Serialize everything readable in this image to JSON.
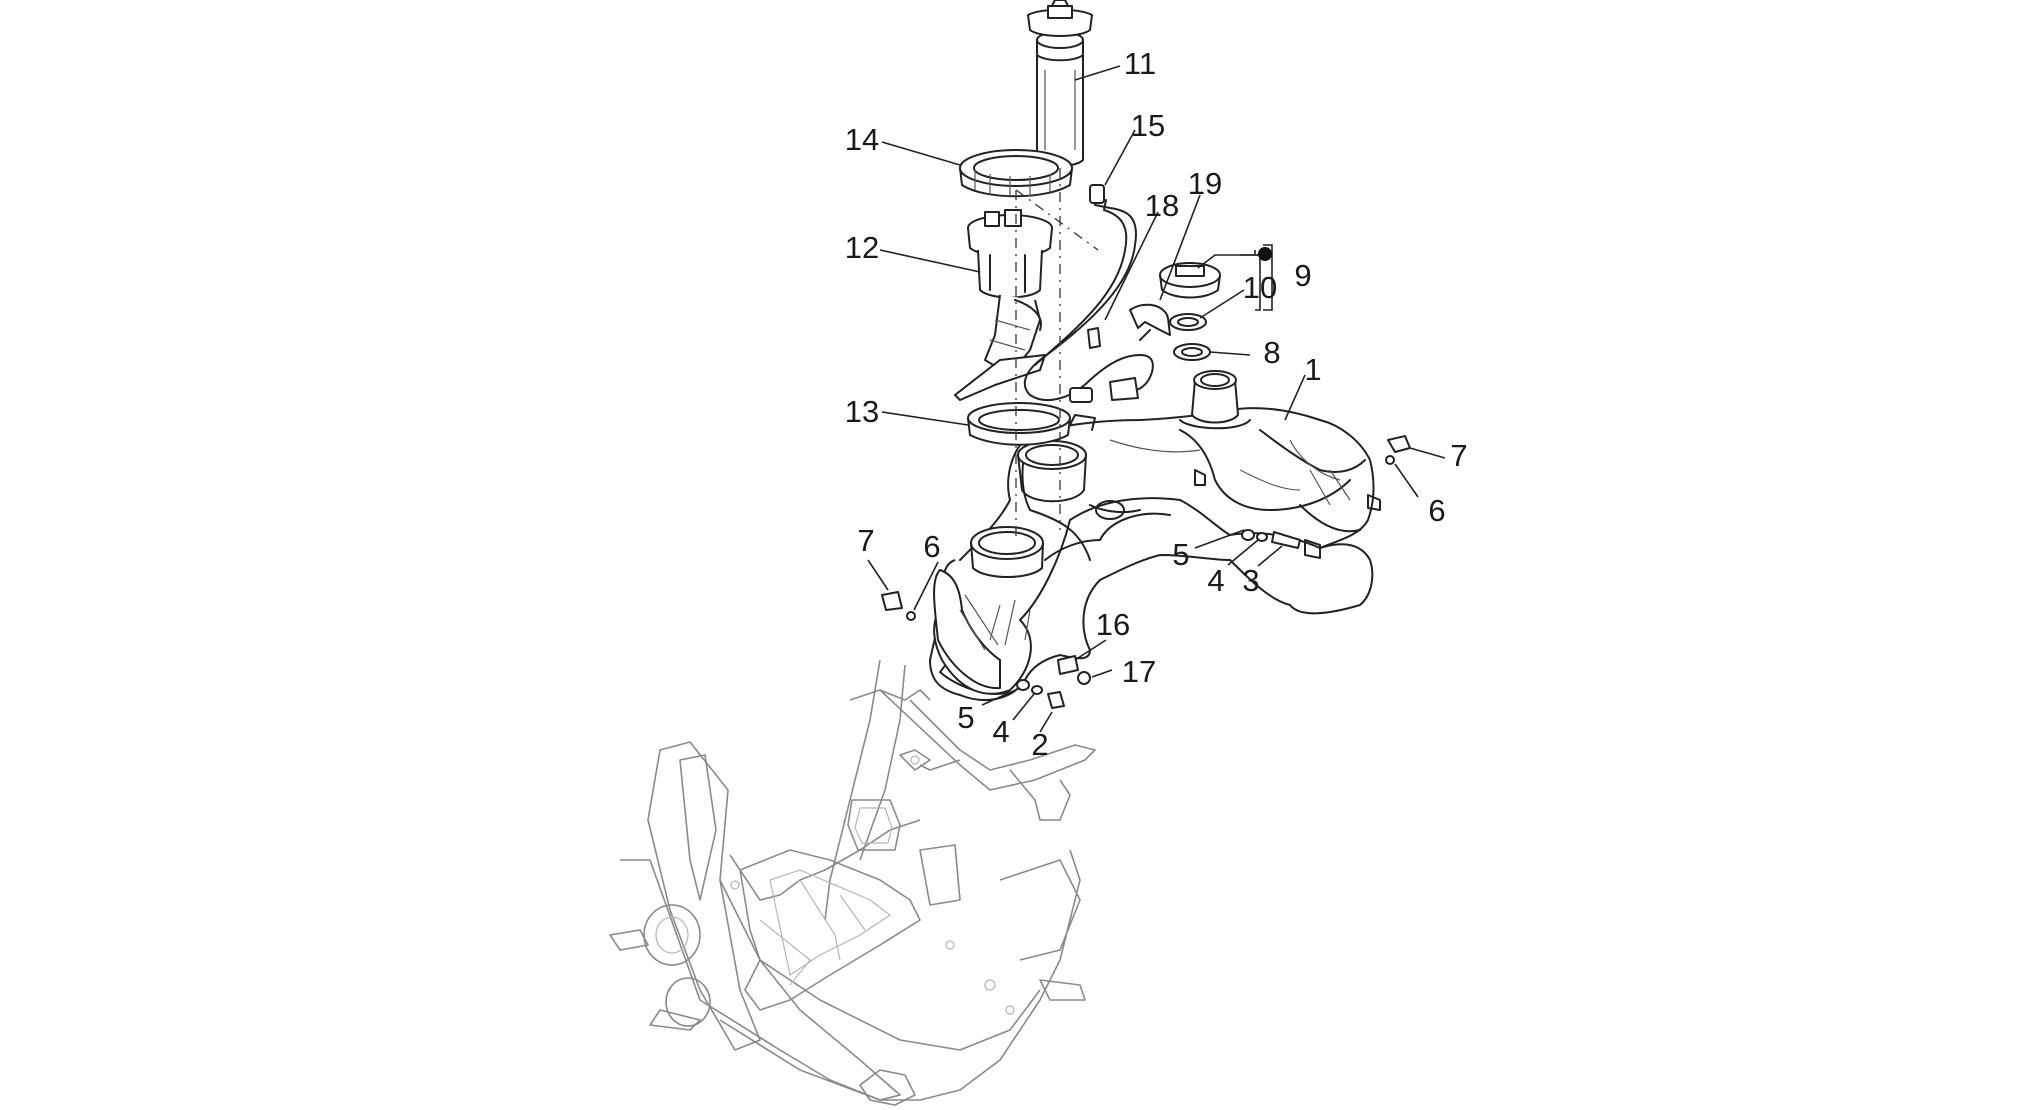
{
  "callouts": [
    {
      "id": "11",
      "text": "11"
    },
    {
      "id": "15",
      "text": "15"
    },
    {
      "id": "14",
      "text": "14"
    },
    {
      "id": "19",
      "text": "19"
    },
    {
      "id": "18",
      "text": "18"
    },
    {
      "id": "12",
      "text": "12"
    },
    {
      "id": "9",
      "text": "9"
    },
    {
      "id": "10",
      "text": "10"
    },
    {
      "id": "8",
      "text": "8"
    },
    {
      "id": "1",
      "text": "1"
    },
    {
      "id": "13",
      "text": "13"
    },
    {
      "id": "7a",
      "text": "7"
    },
    {
      "id": "6a",
      "text": "6"
    },
    {
      "id": "7b",
      "text": "7"
    },
    {
      "id": "6b",
      "text": "6"
    },
    {
      "id": "5a",
      "text": "5"
    },
    {
      "id": "4a",
      "text": "4"
    },
    {
      "id": "3",
      "text": "3"
    },
    {
      "id": "16",
      "text": "16"
    },
    {
      "id": "17",
      "text": "17"
    },
    {
      "id": "5b",
      "text": "5"
    },
    {
      "id": "4b",
      "text": "4"
    },
    {
      "id": "2",
      "text": "2"
    }
  ],
  "legend_marker": "filled-dot",
  "colors": {
    "line": "#222222",
    "frame": "#8a8a8a",
    "background": "#ffffff"
  }
}
